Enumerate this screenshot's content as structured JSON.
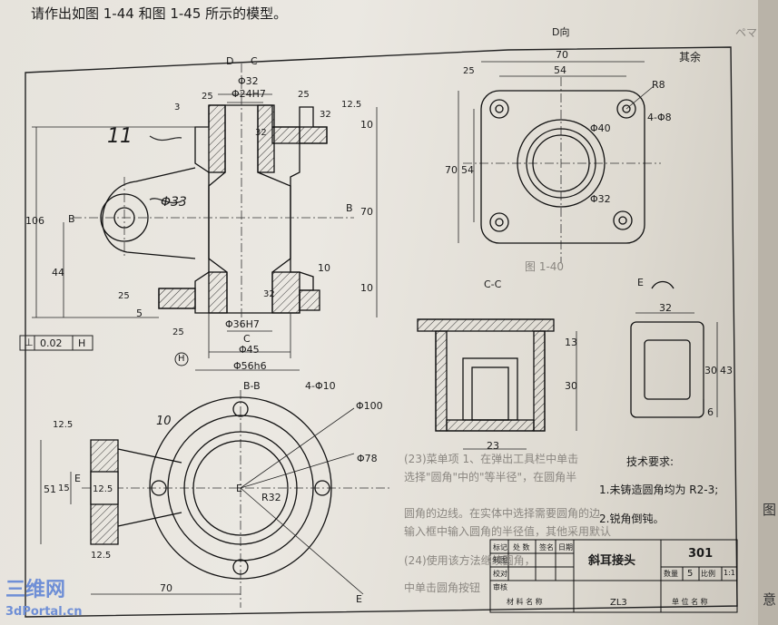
{
  "caption": "请作出如图 1-44 和图 1-45 所示的模型。",
  "right_edge": {
    "top_glyph": "ペマ",
    "glyph_bottom1": "图",
    "glyph_bottom2": "意"
  },
  "bleed_text": {
    "line1": "(23)菜单项 1、在弹出工具栏中单击",
    "line2": "选择\"圆角\"中的\"等半径\"，在圆角半",
    "line3": "圆角的边线。在实体中选择需要圆角的边",
    "line4": "输入框中输入圆角的半径值，其他采用默认",
    "line5": "(24)使用该方法继续圆角，",
    "line6": "中单击圆角按钮",
    "ghost_label": "图 1-40"
  },
  "logo": {
    "chars": "三维网",
    "url": "3dPortal.cn"
  },
  "front_view": {
    "section_mark_d": "D",
    "section_mark_c": "C",
    "section_mark_c2": "C",
    "dia_32": "Φ32",
    "dia_24h7": "Φ24H7",
    "rough_25a": "25",
    "rough_25b": "25",
    "rough_32a": "32",
    "rough_32b": "32",
    "rough_32c": "32",
    "rough_125": "12.5",
    "rough_25c": "25",
    "rough_25d": "25",
    "dim_3": "3",
    "dim_10a": "10",
    "dim_10b": "10",
    "dim_10c": "10",
    "dim_70": "70",
    "dim_106": "106",
    "dim_44": "44",
    "dim_5": "5",
    "handwritten_11": "11",
    "handwritten_dia33": "Φ33",
    "b_mark": "B",
    "b_mark2": "B",
    "dia_36h7": "Φ36H7",
    "dia_45": "Φ45",
    "dia_56h6": "Φ56h6",
    "tolerance_symbol": "⊥",
    "tolerance_value": "0.02",
    "tolerance_datum": "H",
    "datum_h": "H"
  },
  "top_view": {
    "title": "D向",
    "dim_70": "70",
    "dim_54": "54",
    "dim_70v": "70",
    "dim_54v": "54",
    "r8": "R8",
    "holes": "4-Φ8",
    "dia_40": "Φ40",
    "dia_32": "Φ32",
    "rough_25": "25",
    "other_surface": "其余"
  },
  "section_cc": {
    "title": "C-C",
    "dim_13": "13",
    "dim_30": "30",
    "dim_23": "23"
  },
  "view_e": {
    "title": "E",
    "dim_32": "32",
    "dim_30": "30",
    "dim_43": "43",
    "dim_6": "6"
  },
  "section_bb": {
    "title": "B-B",
    "holes": "4-Φ10",
    "dia_100": "Φ100",
    "dia_78": "Φ78",
    "r32": "R32",
    "dim_51": "51",
    "dim_15": "15",
    "dim_70": "70",
    "rough_125a": "12.5",
    "rough_125b": "12.5",
    "rough_125c": "12.5",
    "handwritten_10": "10",
    "e_mark1": "E",
    "e_mark2": "E",
    "e_mark3": "E"
  },
  "tech_req": {
    "title": "技术要求:",
    "item1": "1.未铸造圆角均为 R2-3;",
    "item2": "2.锐角倒钝。"
  },
  "title_block": {
    "mark": "标记",
    "qty": "处 数",
    "sign": "签名",
    "date": "日期",
    "design": "制图",
    "check": "校对",
    "approve": "审核",
    "part_name": "斜耳接头",
    "drawing_no": "301",
    "material_label": "材 料 名 称",
    "material": "ZL3",
    "unit_label": "单 位 名 称",
    "qty_label": "数量",
    "qty_value": "5",
    "scale_label": "比例",
    "scale_value": "1:1"
  }
}
